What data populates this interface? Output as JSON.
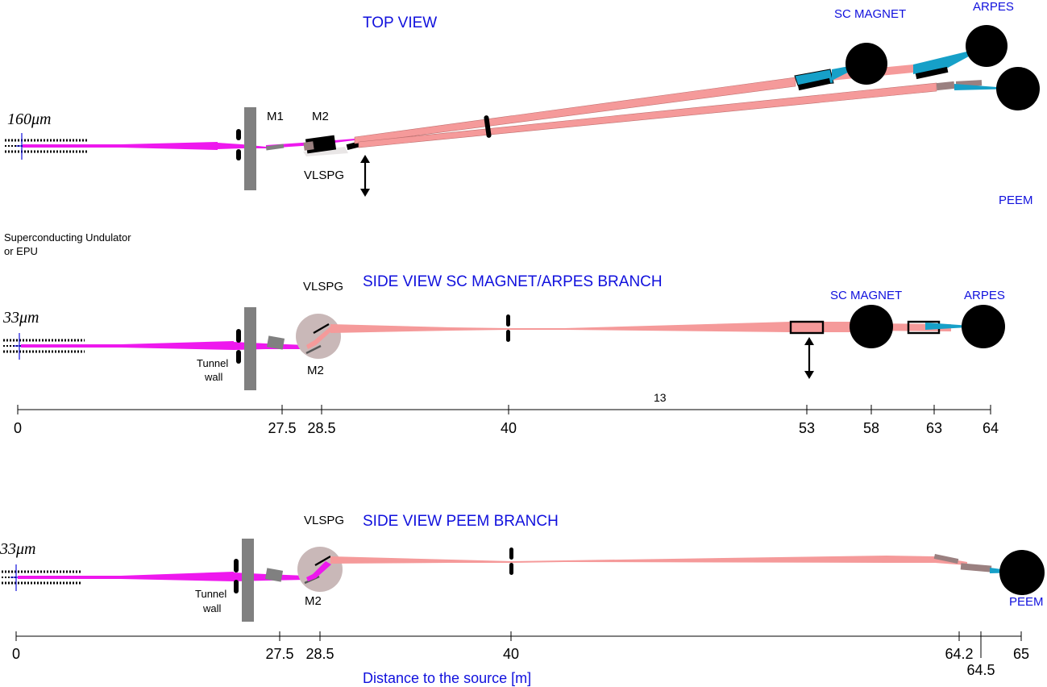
{
  "colors": {
    "beam_source": "#ee18ee",
    "beam_branch": "#f59a9a",
    "blue_label": "#1010dd",
    "optic_gray": "#808080",
    "chamber_black": "#000000",
    "refocus_cyan": "#16a0c8",
    "grating_chamber": "#c9b8b8",
    "mirror_brown": "#9a8080"
  },
  "top_view": {
    "title": "TOP VIEW",
    "source_size": "160μm",
    "m1": "M1",
    "m2": "M2",
    "grating": "VLSPG",
    "end1": "SC MAGNET",
    "end2": "ARPES",
    "end3": "PEEM"
  },
  "source_note": {
    "line1": "Superconducting Undulator",
    "line2": "or EPU"
  },
  "side_view_arpes": {
    "title": "SIDE VIEW SC MAGNET/ARPES BRANCH",
    "source_size": "33μm",
    "grating": "VLSPG",
    "m2": "M2",
    "tunnel_line1": "Tunnel",
    "tunnel_line2": "wall",
    "end1": "SC MAGNET",
    "end2": "ARPES",
    "span_label": "13",
    "ticks": [
      "0",
      "27.5",
      "28.5",
      "40",
      "53",
      "58",
      "63",
      "64"
    ]
  },
  "side_view_peem": {
    "title": "SIDE VIEW PEEM BRANCH",
    "source_size": "33μm",
    "grating": "VLSPG",
    "m2": "M2",
    "tunnel_line1": "Tunnel",
    "tunnel_line2": "wall",
    "end1": "PEEM",
    "ticks": [
      "0",
      "27.5",
      "28.5",
      "40",
      "64.2",
      "64.5",
      "65"
    ],
    "axis_label": "Distance to the source [m]"
  }
}
